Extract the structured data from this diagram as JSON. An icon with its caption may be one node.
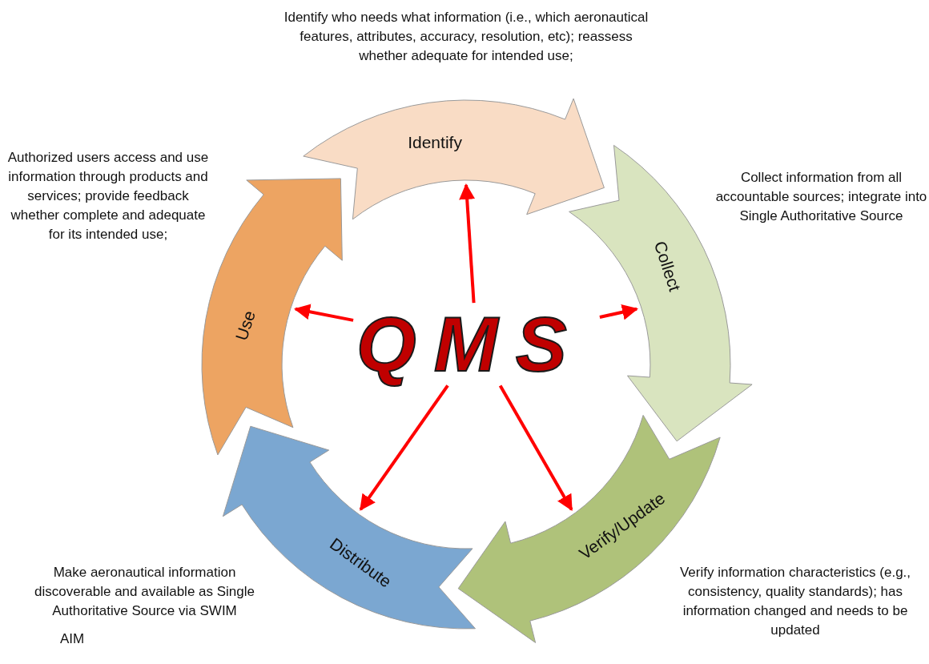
{
  "diagram": {
    "nodes": [
      {
        "text": [
          "QMS"
        ]
      },
      {
        "text": [
          "Identify"
        ],
        "beside": [
          "Identify who needs what information (i.e., which aeronautical features, attributes, accuracy, resolution, etc); reassess whether adequate for intended use;"
        ]
      },
      {
        "text": [
          "Collect"
        ],
        "beside": [
          "Collect information from all accountable sources; integrate into Single Authoritative Source"
        ]
      },
      {
        "text": [
          "Verify/Update"
        ],
        "beside": [
          "Verify information characteristics (e.g., consistency, quality standards); has information changed and needs to be updated"
        ]
      },
      {
        "text": [
          "Distribute"
        ],
        "beside": [
          "Make aeronautical information discoverable and available as Single Authoritative Source via SWIM"
        ]
      },
      {
        "text": [
          "Use"
        ],
        "beside": [
          "Authorized users access and use information through products and services; provide feedback whether complete and adequate for its intended use;"
        ]
      }
    ],
    "edges": [
      {
        "from": 0,
        "to": 1,
        "arrow": "to"
      },
      {
        "from": 0,
        "to": 2,
        "arrow": "to"
      },
      {
        "from": 0,
        "to": 3,
        "arrow": "to"
      },
      {
        "from": 0,
        "to": 4,
        "arrow": "to"
      },
      {
        "from": 0,
        "to": 5,
        "arrow": "to"
      }
    ],
    "labels": [
      "AIM"
    ]
  }
}
